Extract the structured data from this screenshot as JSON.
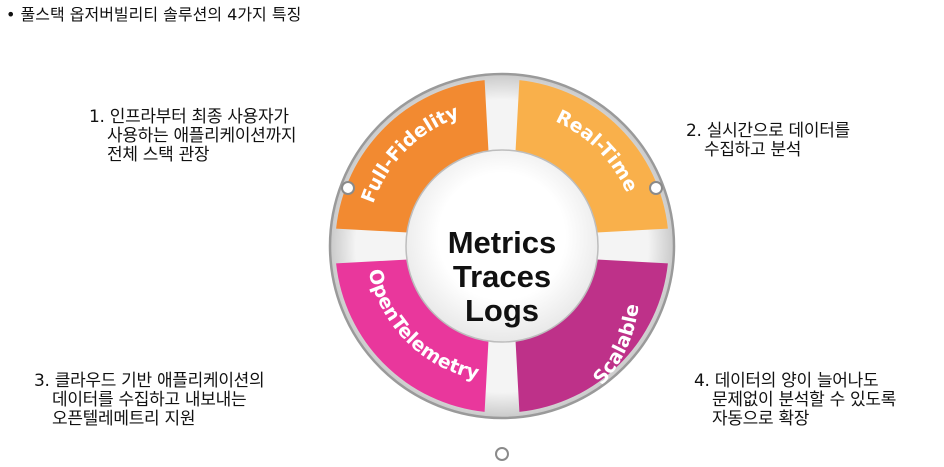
{
  "heading": "• 풀스택 옵저버빌리티 솔루션의 4가지 특징",
  "center_lines": [
    "Metrics",
    "Traces",
    "Logs"
  ],
  "segments": [
    {
      "label": "Full-Fidelity",
      "color": "#F28A31"
    },
    {
      "label": "Real-Time",
      "color": "#F9B04B"
    },
    {
      "label": "Scalable",
      "color": "#BE3189"
    },
    {
      "label": "OpenTelemetry",
      "color": "#E9379C"
    }
  ],
  "features": [
    {
      "lines": [
        "1. 인프라부터 최종 사용자가",
        "사용하는 애플리케이션까지",
        "전체 스택 관장"
      ]
    },
    {
      "lines": [
        "2. 실시간으로 데이터를",
        "수집하고 분석"
      ]
    },
    {
      "lines": [
        "3. 클라우드 기반 애플리케이션의",
        "데이터를 수집하고 내보내는",
        "오픈텔레메트리 지원"
      ]
    },
    {
      "lines": [
        "4. 데이터의 양이 늘어나도",
        "문제없이 분석할 수 있도록",
        "자동으로 확장"
      ]
    }
  ]
}
